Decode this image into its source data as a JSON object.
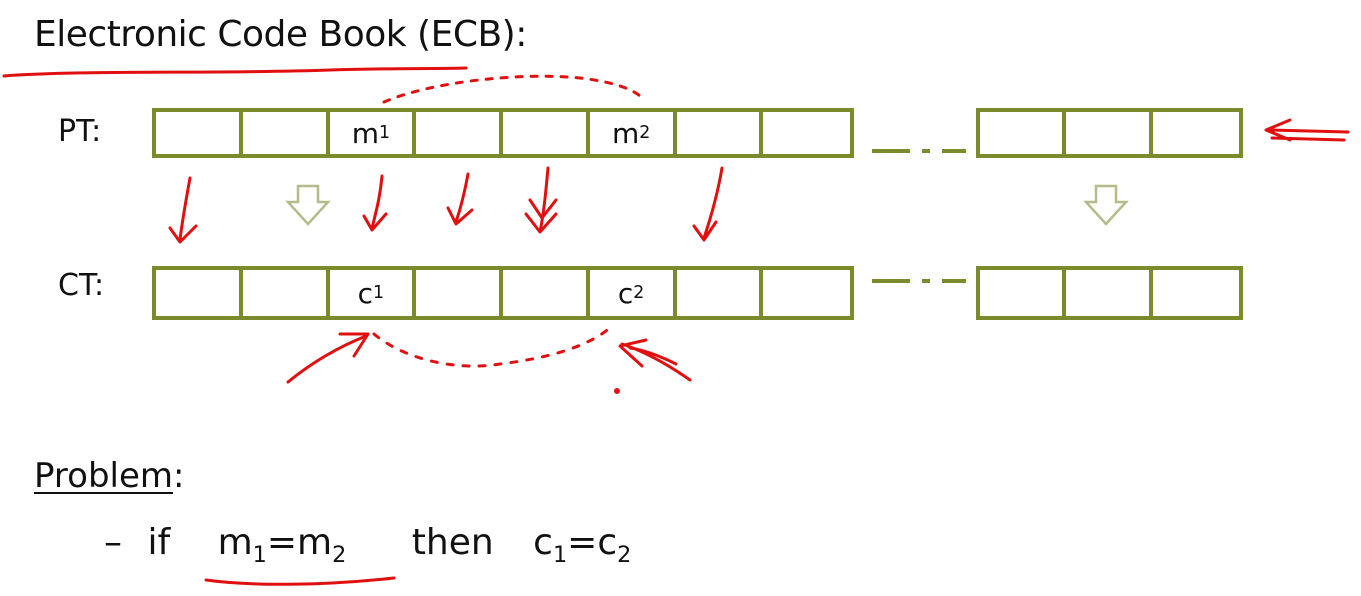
{
  "title": "Electronic Code Book (ECB):",
  "pt_label": "PT:",
  "ct_label": "CT:",
  "pt_cells": [
    {
      "base": "",
      "sub": ""
    },
    {
      "base": "",
      "sub": ""
    },
    {
      "base": "m",
      "sub": "1"
    },
    {
      "base": "",
      "sub": ""
    },
    {
      "base": "",
      "sub": ""
    },
    {
      "base": "m",
      "sub": "2"
    },
    {
      "base": "",
      "sub": ""
    },
    {
      "base": "",
      "sub": ""
    }
  ],
  "ct_cells": [
    {
      "base": "",
      "sub": ""
    },
    {
      "base": "",
      "sub": ""
    },
    {
      "base": "c",
      "sub": "1"
    },
    {
      "base": "",
      "sub": ""
    },
    {
      "base": "",
      "sub": ""
    },
    {
      "base": "c",
      "sub": "2"
    },
    {
      "base": "",
      "sub": ""
    },
    {
      "base": "",
      "sub": ""
    }
  ],
  "pt_tail_cells": 3,
  "ct_tail_cells": 3,
  "problem": {
    "word": "Problem",
    "colon": ":",
    "dash": "–",
    "if_word": "if",
    "cond_m1": "m",
    "cond_m1_sub": "1",
    "eq": "=",
    "cond_m2": "m",
    "cond_m2_sub": "2",
    "then_word": "then",
    "res_c1": "c",
    "res_c1_sub": "1",
    "res_c2": "c",
    "res_c2_sub": "2"
  },
  "colors": {
    "block_border": "#7b8a2a",
    "arrow_outline": "#b7bb8a",
    "annotation": "#e01010"
  }
}
